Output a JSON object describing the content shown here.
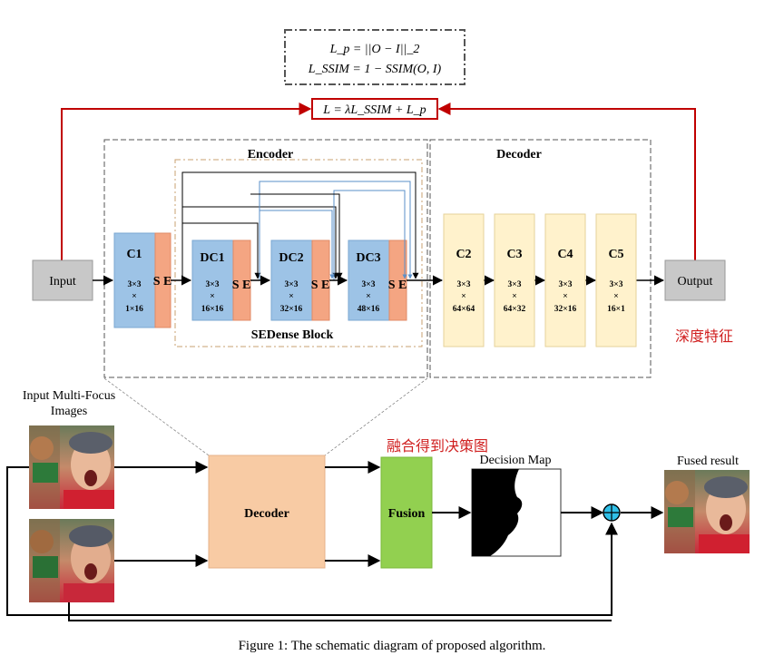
{
  "colors": {
    "feedback": "#c00000",
    "conv_block": "#9dc3e6",
    "se_block": "#f4a582",
    "decoder_block": "#fff2cc",
    "io_block": "#c8c8c8",
    "decoder_main": "#f8cba4",
    "fusion": "#92d050",
    "annotation": "#d02020",
    "skip_arrow": "#5a8fc8"
  },
  "loss": {
    "lp": "L_p = ||O − I||_2",
    "lssim": "L_SSIM = 1 − SSIM(O, I)",
    "total": "L = λL_SSIM + L_p"
  },
  "encoder": {
    "title": "Encoder",
    "sedense_title": "SEDense Block",
    "se_label": "S E",
    "blocks": [
      {
        "name": "C1",
        "k": "3×3",
        "x": "×",
        "dims": "1×16"
      },
      {
        "name": "DC1",
        "k": "3×3",
        "x": "×",
        "dims": "16×16"
      },
      {
        "name": "DC2",
        "k": "3×3",
        "x": "×",
        "dims": "32×16"
      },
      {
        "name": "DC3",
        "k": "3×3",
        "x": "×",
        "dims": "48×16"
      }
    ]
  },
  "decoder": {
    "title": "Decoder",
    "blocks": [
      {
        "name": "C2",
        "k": "3×3",
        "x": "×",
        "dims": "64×64"
      },
      {
        "name": "C3",
        "k": "3×3",
        "x": "×",
        "dims": "64×32"
      },
      {
        "name": "C4",
        "k": "3×3",
        "x": "×",
        "dims": "32×16"
      },
      {
        "name": "C5",
        "k": "3×3",
        "x": "×",
        "dims": "16×1"
      }
    ]
  },
  "io": {
    "input": "Input",
    "output": "Output"
  },
  "annotations": {
    "deep_features": "深度特征",
    "fusion_decision": "融合得到决策图"
  },
  "pipeline": {
    "inputs_label_1": "Input Multi-Focus",
    "inputs_label_2": "Images",
    "decoder": "Decoder",
    "fusion": "Fusion",
    "decision_map": "Decision Map",
    "fused_result": "Fused result"
  },
  "caption": "Figure 1: The schematic diagram of proposed algorithm."
}
